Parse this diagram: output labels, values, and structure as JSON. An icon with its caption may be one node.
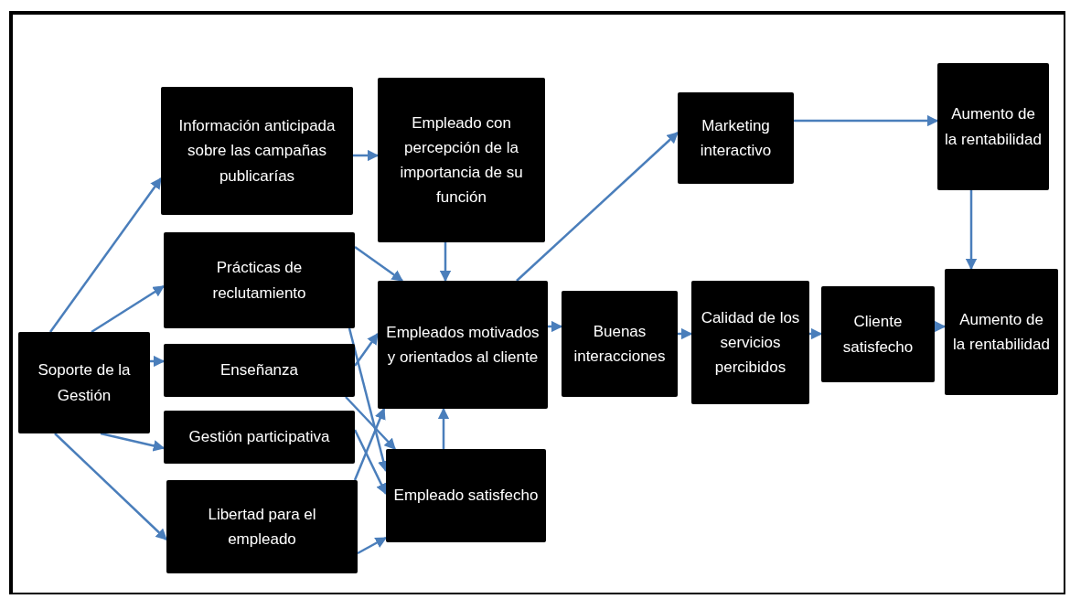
{
  "diagram": {
    "nodes": [
      {
        "text": [
          "Soporte de la Gestión"
        ]
      },
      {
        "text": [
          "Información anticipada sobre las campañas publicarías"
        ]
      },
      {
        "text": [
          "Prácticas de reclutamiento"
        ]
      },
      {
        "text": [
          "Enseñanza"
        ]
      },
      {
        "text": [
          "Gestión participativa"
        ]
      },
      {
        "text": [
          "Libertad para el empleado"
        ]
      },
      {
        "text": [
          "Empleado con percepción de la importancia de su función"
        ]
      },
      {
        "text": [
          "Empleados motivados y orientados al cliente"
        ]
      },
      {
        "text": [
          "Empleado satisfecho"
        ]
      },
      {
        "text": [
          "Marketing interactivo"
        ]
      },
      {
        "text": [
          "Aumento de la rentabilidad"
        ]
      },
      {
        "text": [
          "Buenas interacciones"
        ]
      },
      {
        "text": [
          "Calidad de los servicios percibidos"
        ]
      },
      {
        "text": [
          "Cliente satisfecho"
        ]
      },
      {
        "text": [
          "Aumento de la rentabilidad"
        ]
      }
    ],
    "edges": [
      {
        "from": 0,
        "to": 1,
        "arrow": "to"
      },
      {
        "from": 0,
        "to": 2,
        "arrow": "to"
      },
      {
        "from": 0,
        "to": 3,
        "arrow": "to"
      },
      {
        "from": 0,
        "to": 4,
        "arrow": "to"
      },
      {
        "from": 0,
        "to": 5,
        "arrow": "to"
      },
      {
        "from": 1,
        "to": 6,
        "arrow": "to"
      },
      {
        "from": 2,
        "to": 7,
        "arrow": "to"
      },
      {
        "from": 2,
        "to": 8,
        "arrow": "to"
      },
      {
        "from": 3,
        "to": 7,
        "arrow": "to"
      },
      {
        "from": 3,
        "to": 8,
        "arrow": "to"
      },
      {
        "from": 4,
        "to": 8,
        "arrow": "to"
      },
      {
        "from": 5,
        "to": 7,
        "arrow": "to"
      },
      {
        "from": 5,
        "to": 8,
        "arrow": "to"
      },
      {
        "from": 6,
        "to": 7,
        "arrow": "to"
      },
      {
        "from": 8,
        "to": 7,
        "arrow": "to"
      },
      {
        "from": 7,
        "to": 9,
        "arrow": "to"
      },
      {
        "from": 7,
        "to": 11,
        "arrow": "to"
      },
      {
        "from": 9,
        "to": 10,
        "arrow": "to"
      },
      {
        "from": 10,
        "to": 14,
        "arrow": "to"
      },
      {
        "from": 11,
        "to": 12,
        "arrow": "to"
      },
      {
        "from": 12,
        "to": 13,
        "arrow": "to"
      },
      {
        "from": 13,
        "to": 14,
        "arrow": "to"
      }
    ]
  }
}
